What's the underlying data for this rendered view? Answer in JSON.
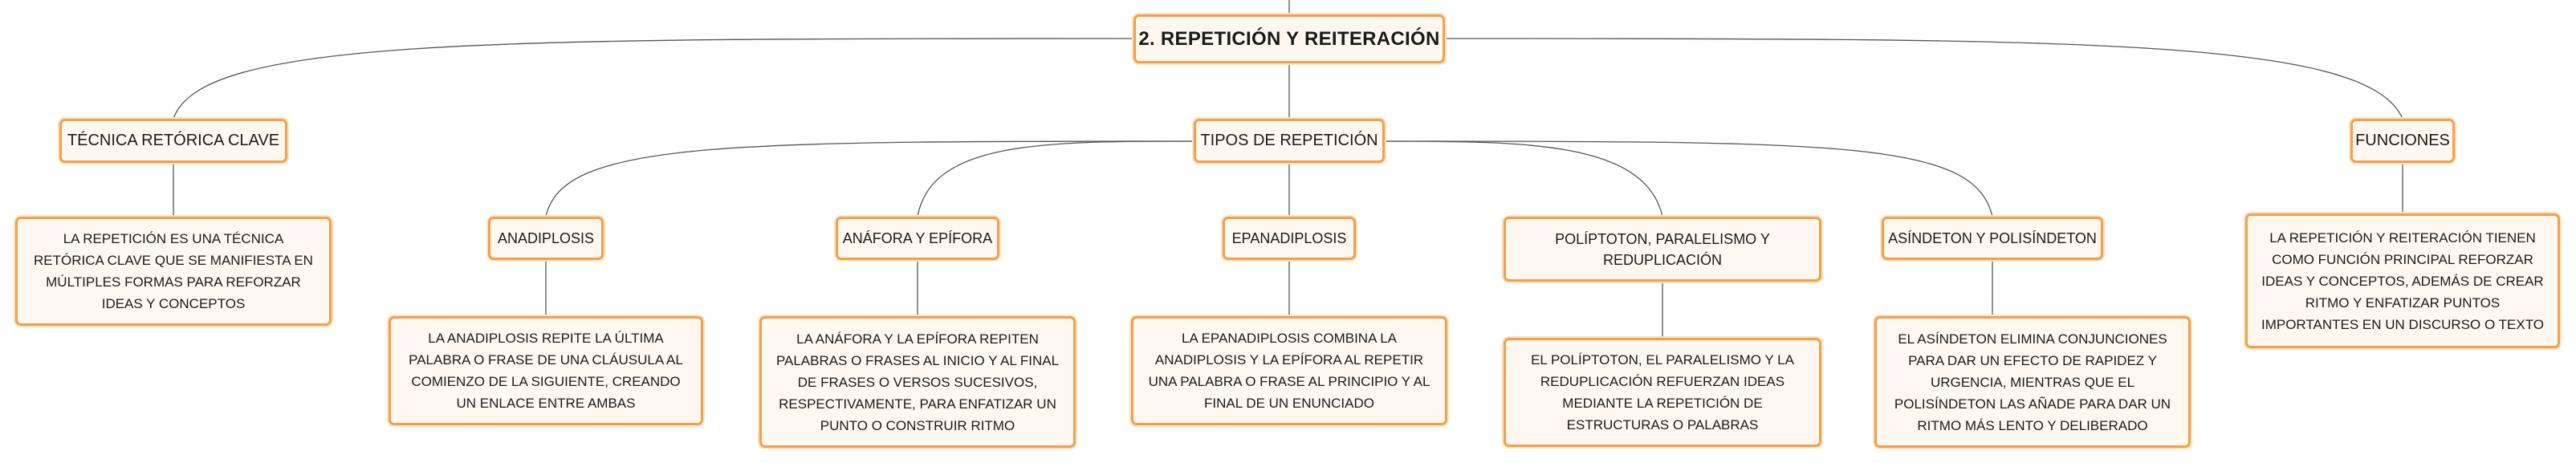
{
  "root": {
    "title": "2. REPETICIÓN Y REITERACIÓN"
  },
  "branches": {
    "tecnica": {
      "label": "TÉCNICA RETÓRICA CLAVE",
      "desc": "LA REPETICIÓN ES UNA TÉCNICA RETÓRICA CLAVE QUE SE MANIFIESTA EN MÚLTIPLES FORMAS PARA REFORZAR IDEAS Y CONCEPTOS"
    },
    "tipos": {
      "label": "TIPOS DE REPETICIÓN",
      "items": [
        {
          "label": "ANADIPLOSIS",
          "desc": "LA ANADIPLOSIS REPITE LA ÚLTIMA PALABRA O FRASE DE UNA CLÁUSULA AL COMIENZO DE LA SIGUIENTE, CREANDO UN ENLACE ENTRE AMBAS"
        },
        {
          "label": "ANÁFORA Y EPÍFORA",
          "desc": "LA ANÁFORA Y LA EPÍFORA REPITEN PALABRAS O FRASES AL INICIO Y AL FINAL DE FRASES O VERSOS SUCESIVOS, RESPECTIVAMENTE, PARA ENFATIZAR UN PUNTO O CONSTRUIR RITMO"
        },
        {
          "label": "EPANADIPLOSIS",
          "desc": "LA EPANADIPLOSIS COMBINA LA ANADIPLOSIS Y LA EPÍFORA AL REPETIR UNA PALABRA O FRASE AL PRINCIPIO Y AL FINAL DE UN ENUNCIADO"
        },
        {
          "label": "POLÍPTOTON, PARALELISMO Y REDUPLICACIÓN",
          "desc": "EL POLÍPTOTON, EL PARALELISMO Y LA REDUPLICACIÓN REFUERZAN IDEAS MEDIANTE LA REPETICIÓN DE ESTRUCTURAS O PALABRAS"
        },
        {
          "label": "ASÍNDETON Y POLISÍNDETON",
          "desc": "EL ASÍNDETON ELIMINA CONJUNCIONES PARA DAR UN EFECTO DE RAPIDEZ Y URGENCIA, MIENTRAS QUE EL POLISÍNDETON LAS AÑADE PARA DAR UN RITMO MÁS LENTO Y DELIBERADO"
        }
      ]
    },
    "funciones": {
      "label": "FUNCIONES",
      "desc": "LA REPETICIÓN Y REITERACIÓN TIENEN COMO FUNCIÓN PRINCIPAL REFORZAR IDEAS Y CONCEPTOS, ADEMÁS DE CREAR RITMO Y ENFATIZAR PUNTOS IMPORTANTES EN UN DISCURSO O TEXTO"
    }
  },
  "colors": {
    "border": "#f0a14a",
    "glow": "#fde3c4",
    "fill": "#fff8f0",
    "line": "#555555"
  }
}
